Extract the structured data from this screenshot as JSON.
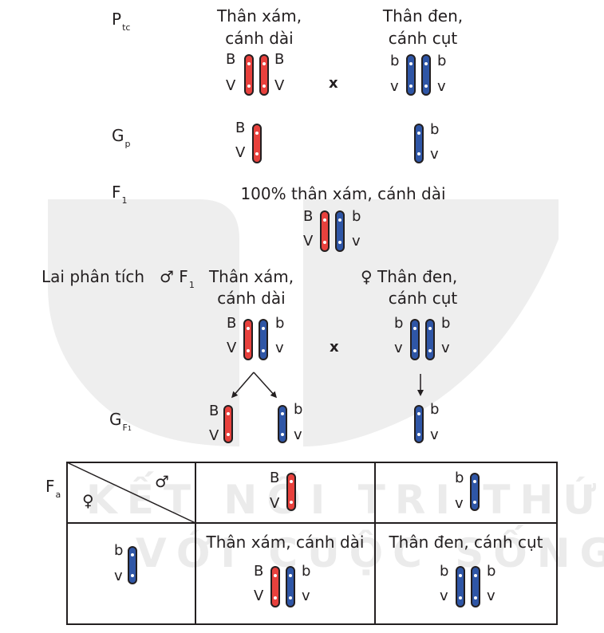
{
  "rows": {
    "ptc": {
      "label": "P",
      "sub": "tc"
    },
    "gp": {
      "label": "G",
      "sub": "p"
    },
    "f1": {
      "label": "F",
      "sub": "1"
    },
    "lai": {
      "label": "Lai phân tích"
    },
    "gf1": {
      "label": "G",
      "sub": "F",
      "subsub": "1"
    },
    "fa": {
      "label": "F",
      "sub": "a"
    }
  },
  "parents": {
    "left_line1": "Thân xám,",
    "left_line2": "cánh dài",
    "right_line1": "Thân đen,",
    "right_line2": "cánh cụt"
  },
  "f1_text": "100% thân xám, cánh dài",
  "testcross": {
    "male_symbol": "♂",
    "f1": "F",
    "f1_sub": "1",
    "left_line1": "Thân xám,",
    "left_line2": "cánh dài",
    "female_symbol": "♀",
    "right_line1": "Thân đen,",
    "right_line2": "cánh cụt"
  },
  "cross_symbol": "x",
  "alleles": {
    "B": "B",
    "b": "b",
    "V": "V",
    "v": "v"
  },
  "table": {
    "female_symbol": "♀",
    "male_symbol": "♂",
    "result1": "Thân xám, cánh dài",
    "result2": "Thân đen, cánh cụt"
  },
  "watermark": {
    "line1": "KẾT NỐI TRI THỨC",
    "line2": "VỚI CUỘC SỐNG"
  },
  "colors": {
    "dominant_chromosome": "#e8413d",
    "recessive_chromosome": "#2f56a6"
  }
}
